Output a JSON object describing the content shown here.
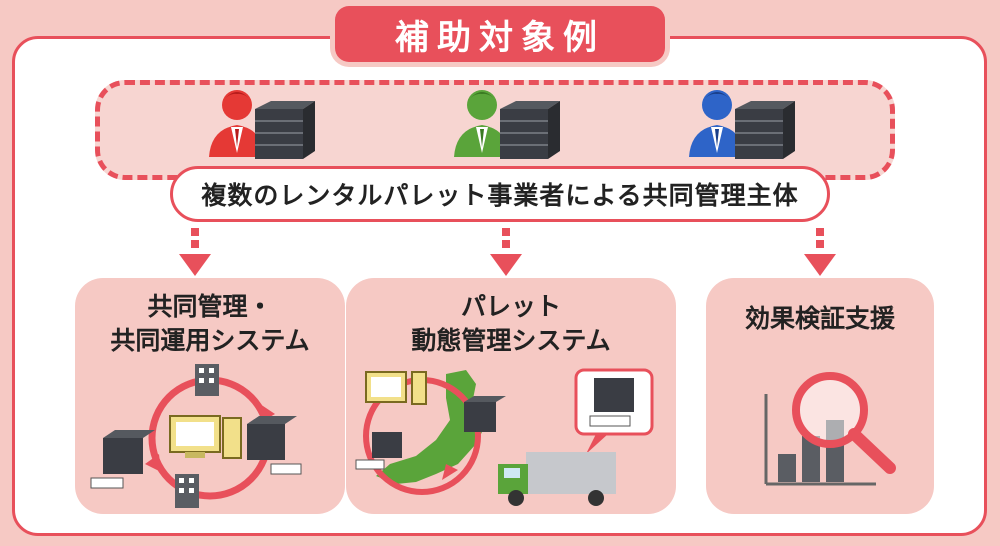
{
  "title": "補助対象例",
  "entity_label": "複数のレンタルパレット事業者による共同管理主体",
  "persons": [
    {
      "name": "person-red",
      "color": "#e53935"
    },
    {
      "name": "person-green",
      "color": "#5aa43a"
    },
    {
      "name": "person-blue",
      "color": "#2e64c8"
    }
  ],
  "cards": [
    {
      "title_line1": "共同管理・",
      "title_line2": "共同運用システム"
    },
    {
      "title_line1": "パレット",
      "title_line2": "動態管理システム"
    },
    {
      "title_line1": "効果検証支援",
      "title_line2": ""
    }
  ],
  "colors": {
    "accent": "#e8505b",
    "background": "#f6c9c4",
    "pallet": "#3a3d44",
    "map": "#5aa43a",
    "pc": "#f2e08a"
  }
}
